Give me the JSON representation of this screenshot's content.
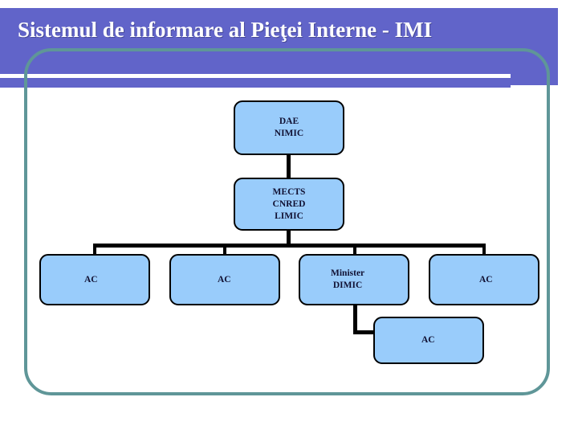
{
  "slide": {
    "title": "Sistemul de informare al Pieţei Interne - IMI",
    "banner_color": "#6164c9",
    "frame_color": "#5f9698",
    "node_fill": "#99ccfb",
    "node_border": "#000000",
    "background": "#ffffff"
  },
  "diagram": {
    "type": "org-chart",
    "nodes": [
      {
        "id": "dae",
        "label": "DAE\nNIMIC"
      },
      {
        "id": "mects",
        "label": "MECTS\nCNRED\nLIMIC"
      },
      {
        "id": "ac1",
        "label": "AC"
      },
      {
        "id": "ac2",
        "label": "AC"
      },
      {
        "id": "minister",
        "label": "Minister\nDIMIC"
      },
      {
        "id": "ac3",
        "label": "AC"
      },
      {
        "id": "ac4",
        "label": "AC"
      }
    ],
    "edges": [
      {
        "from": "dae",
        "to": "mects"
      },
      {
        "from": "mects",
        "to": "ac1"
      },
      {
        "from": "mects",
        "to": "ac2"
      },
      {
        "from": "mects",
        "to": "minister"
      },
      {
        "from": "mects",
        "to": "ac3"
      },
      {
        "from": "minister",
        "to": "ac4"
      }
    ]
  }
}
